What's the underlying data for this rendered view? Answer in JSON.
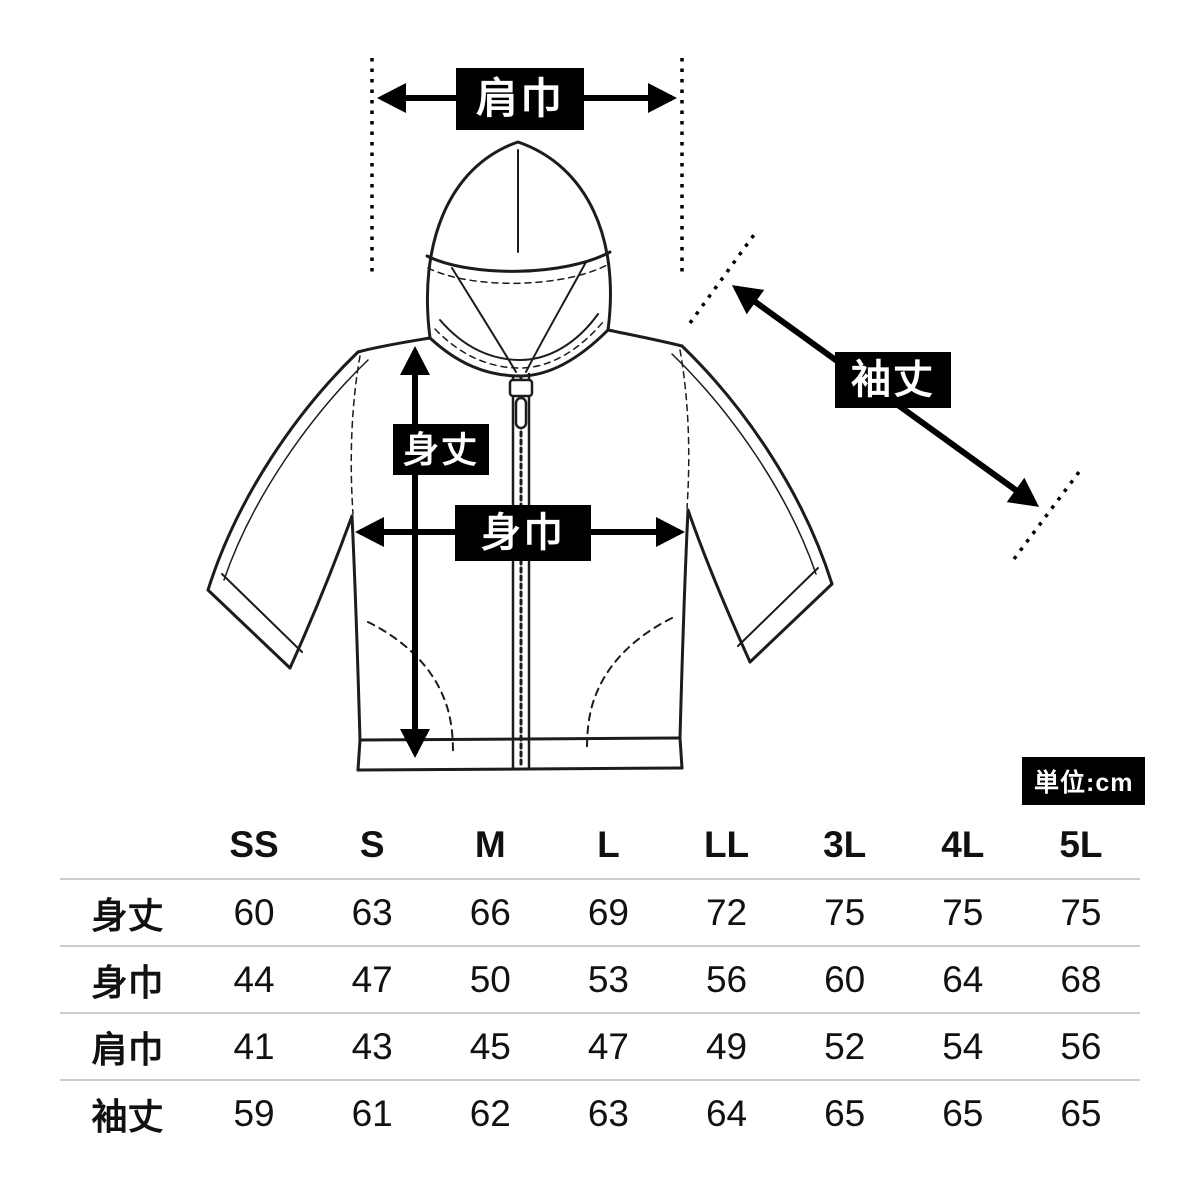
{
  "diagram": {
    "labels": {
      "shoulder_width": "肩巾",
      "body_length": "身丈",
      "body_width": "身巾",
      "sleeve_length": "袖丈"
    },
    "unit_label": "単位:cm",
    "colors": {
      "line": "#1c1c1c",
      "label_bg": "#000000",
      "label_text": "#ffffff",
      "separator": "#cccccc"
    }
  },
  "table": {
    "sizes": [
      "SS",
      "S",
      "M",
      "L",
      "LL",
      "3L",
      "4L",
      "5L"
    ],
    "rows": [
      {
        "label": "身丈",
        "values": [
          "60",
          "63",
          "66",
          "69",
          "72",
          "75",
          "75",
          "75"
        ]
      },
      {
        "label": "身巾",
        "values": [
          "44",
          "47",
          "50",
          "53",
          "56",
          "60",
          "64",
          "68"
        ]
      },
      {
        "label": "肩巾",
        "values": [
          "41",
          "43",
          "45",
          "47",
          "49",
          "52",
          "54",
          "56"
        ]
      },
      {
        "label": "袖丈",
        "values": [
          "59",
          "61",
          "62",
          "63",
          "64",
          "65",
          "65",
          "65"
        ]
      }
    ]
  },
  "chart_data": {
    "type": "table",
    "unit": "cm",
    "columns": [
      "SS",
      "S",
      "M",
      "L",
      "LL",
      "3L",
      "4L",
      "5L"
    ],
    "rows": [
      {
        "label": "身丈",
        "values": [
          60,
          63,
          66,
          69,
          72,
          75,
          75,
          75
        ]
      },
      {
        "label": "身巾",
        "values": [
          44,
          47,
          50,
          53,
          56,
          60,
          64,
          68
        ]
      },
      {
        "label": "肩巾",
        "values": [
          41,
          43,
          45,
          47,
          49,
          52,
          54,
          56
        ]
      },
      {
        "label": "袖丈",
        "values": [
          59,
          61,
          62,
          63,
          64,
          65,
          65,
          65
        ]
      }
    ]
  }
}
